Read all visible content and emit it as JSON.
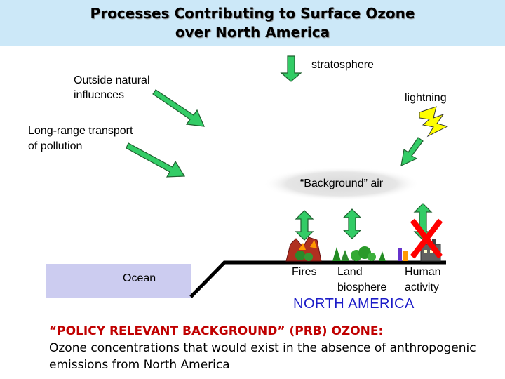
{
  "title": {
    "line1": "Processes Contributing to Surface Ozone",
    "line2": "over North America"
  },
  "labels": {
    "stratosphere": "stratosphere",
    "outside_natural_1": "Outside natural",
    "outside_natural_2": "influences",
    "lightning": "lightning",
    "long_range_1": "Long-range transport",
    "long_range_2": "of pollution",
    "background_air": "“Background” air",
    "ocean": "Ocean",
    "fires": "Fires",
    "land_1": "Land",
    "land_2": "biosphere",
    "human_1": "Human",
    "human_2": "activity",
    "north_america": "NORTH AMERICA"
  },
  "definition": {
    "heading": "“POLICY RELEVANT BACKGROUND” (PRB) OZONE:",
    "text": "Ozone concentrations that would exist in the absence of anthropogenic emissions from North America"
  },
  "colors": {
    "arrow_fill": "#33cc66",
    "arrow_stroke": "#1f5f2f",
    "title_bg": "#cce8f8",
    "ocean": "#ccccf0",
    "cross": "#ff0000",
    "north_america_text": "#1c1cc8",
    "heading_text": "#c00000"
  },
  "icons": [
    "lightning-bolt-icon",
    "fire-mountain-icon",
    "trees-icon",
    "factory-icon",
    "red-x-icon"
  ]
}
